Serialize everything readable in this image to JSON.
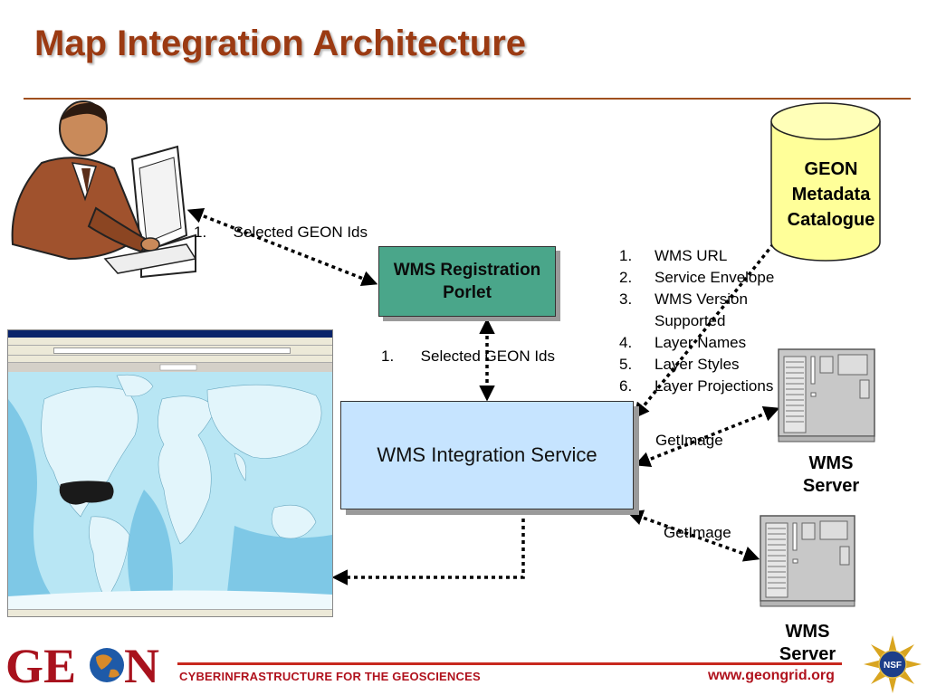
{
  "title": "Map Integration Architecture",
  "nodes": {
    "registration_portlet": "WMS Registration Porlet",
    "integration_service": "WMS Integration Service",
    "metadata_catalogue": [
      "GEON",
      "Metadata",
      "Catalogue"
    ],
    "wms_server_1": [
      "WMS",
      "Server"
    ],
    "wms_server_2": [
      "WMS",
      "Server"
    ]
  },
  "edge_labels": {
    "user_to_portlet": {
      "num": "1.",
      "text": "Selected GEON Ids"
    },
    "portlet_to_service": {
      "num": "1.",
      "text": "Selected GEON Ids"
    },
    "getimage_1": "GetImage",
    "getimage_2": "GetImage"
  },
  "catalogue_items": [
    {
      "num": "1.",
      "text": "WMS URL"
    },
    {
      "num": "2.",
      "text": "Service Envelope"
    },
    {
      "num": "3.",
      "text": "WMS Version Supported"
    },
    {
      "num": "4.",
      "text": "Layer Names"
    },
    {
      "num": "5.",
      "text": "Layer Styles"
    },
    {
      "num": "6.",
      "text": "Layer Projections"
    }
  ],
  "footer": {
    "tagline": "CYBERINFRASTRUCTURE FOR THE GEOSCIENCES",
    "url": "www.geongrid.org"
  },
  "logo": {
    "text_left": "GE",
    "text_right": "N",
    "badge": "NSF"
  },
  "colors": {
    "title": "#9b3a12",
    "portlet_fill": "#4aa68a",
    "service_fill": "#c6e4ff",
    "catalogue_fill": "#ffff99",
    "footer_accent": "#b0121d"
  }
}
